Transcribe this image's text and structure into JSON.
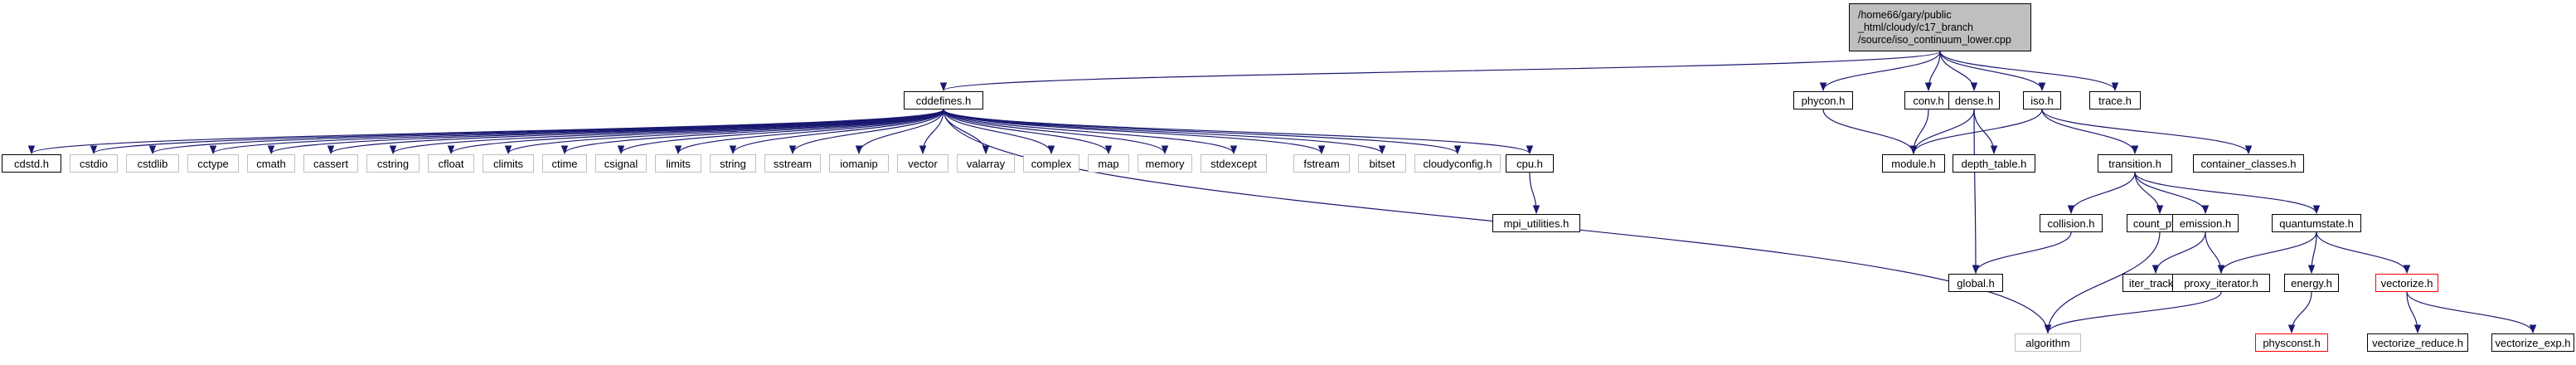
{
  "title": "/home66/gary/public_html/cloudy/c17_branch/source/iso_continuum_lower.cpp",
  "colors": {
    "edge": "#191970",
    "root_fill": "#bfbfbf",
    "node_border": "#000000",
    "external_border": "#bfbfbf",
    "incomplete_border": "#ff0000"
  },
  "nodes": [
    {
      "id": "root",
      "label": "/home66/gary/public\n_html/cloudy/c17_branch\n/source/iso_continuum_lower.cpp",
      "kind": "root"
    },
    {
      "id": "cddefines",
      "label": "cddefines.h",
      "kind": "normal"
    },
    {
      "id": "phycon",
      "label": "phycon.h",
      "kind": "normal"
    },
    {
      "id": "conv",
      "label": "conv.h",
      "kind": "normal"
    },
    {
      "id": "dense",
      "label": "dense.h",
      "kind": "normal"
    },
    {
      "id": "iso",
      "label": "iso.h",
      "kind": "normal"
    },
    {
      "id": "trace",
      "label": "trace.h",
      "kind": "normal"
    },
    {
      "id": "cdstd",
      "label": "cdstd.h",
      "kind": "normal"
    },
    {
      "id": "cstdio",
      "label": "cstdio",
      "kind": "external"
    },
    {
      "id": "cstdlib",
      "label": "cstdlib",
      "kind": "external"
    },
    {
      "id": "cctype",
      "label": "cctype",
      "kind": "external"
    },
    {
      "id": "cmath",
      "label": "cmath",
      "kind": "external"
    },
    {
      "id": "cassert",
      "label": "cassert",
      "kind": "external"
    },
    {
      "id": "cstring",
      "label": "cstring",
      "kind": "external"
    },
    {
      "id": "cfloat",
      "label": "cfloat",
      "kind": "external"
    },
    {
      "id": "climits",
      "label": "climits",
      "kind": "external"
    },
    {
      "id": "ctime",
      "label": "ctime",
      "kind": "external"
    },
    {
      "id": "csignal",
      "label": "csignal",
      "kind": "external"
    },
    {
      "id": "limits",
      "label": "limits",
      "kind": "external"
    },
    {
      "id": "string",
      "label": "string",
      "kind": "external"
    },
    {
      "id": "sstream",
      "label": "sstream",
      "kind": "external"
    },
    {
      "id": "iomanip",
      "label": "iomanip",
      "kind": "external"
    },
    {
      "id": "vector",
      "label": "vector",
      "kind": "external"
    },
    {
      "id": "valarray",
      "label": "valarray",
      "kind": "external"
    },
    {
      "id": "complex",
      "label": "complex",
      "kind": "external"
    },
    {
      "id": "map",
      "label": "map",
      "kind": "external"
    },
    {
      "id": "memory",
      "label": "memory",
      "kind": "external"
    },
    {
      "id": "stdexcept",
      "label": "stdexcept",
      "kind": "external"
    },
    {
      "id": "fstream",
      "label": "fstream",
      "kind": "external"
    },
    {
      "id": "bitset",
      "label": "bitset",
      "kind": "external"
    },
    {
      "id": "cloudyconfig",
      "label": "cloudyconfig.h",
      "kind": "external"
    },
    {
      "id": "cpu",
      "label": "cpu.h",
      "kind": "normal"
    },
    {
      "id": "mpi_utilities",
      "label": "mpi_utilities.h",
      "kind": "normal"
    },
    {
      "id": "module",
      "label": "module.h",
      "kind": "normal"
    },
    {
      "id": "depth_table",
      "label": "depth_table.h",
      "kind": "normal"
    },
    {
      "id": "container_classes",
      "label": "container_classes.h",
      "kind": "normal"
    },
    {
      "id": "transition",
      "label": "transition.h",
      "kind": "normal"
    },
    {
      "id": "collision",
      "label": "collision.h",
      "kind": "normal"
    },
    {
      "id": "count_ptr",
      "label": "count_ptr.h",
      "kind": "normal"
    },
    {
      "id": "emission",
      "label": "emission.h",
      "kind": "normal"
    },
    {
      "id": "quantumstate",
      "label": "quantumstate.h",
      "kind": "normal"
    },
    {
      "id": "global",
      "label": "global.h",
      "kind": "normal"
    },
    {
      "id": "iter_track",
      "label": "iter_track.h",
      "kind": "normal"
    },
    {
      "id": "proxy_iterator",
      "label": "proxy_iterator.h",
      "kind": "normal"
    },
    {
      "id": "energy",
      "label": "energy.h",
      "kind": "normal"
    },
    {
      "id": "vectorize",
      "label": "vectorize.h",
      "kind": "incomplete"
    },
    {
      "id": "algorithm",
      "label": "algorithm",
      "kind": "external"
    },
    {
      "id": "physconst",
      "label": "physconst.h",
      "kind": "incomplete"
    },
    {
      "id": "vectorize_reduce",
      "label": "vectorize_reduce.h",
      "kind": "normal"
    },
    {
      "id": "vectorize_exp",
      "label": "vectorize_exp.h",
      "kind": "normal"
    }
  ],
  "edges": [
    [
      "root",
      "cddefines"
    ],
    [
      "root",
      "phycon"
    ],
    [
      "root",
      "conv"
    ],
    [
      "root",
      "dense"
    ],
    [
      "root",
      "iso"
    ],
    [
      "root",
      "trace"
    ],
    [
      "cddefines",
      "cdstd"
    ],
    [
      "cddefines",
      "cstdio"
    ],
    [
      "cddefines",
      "cstdlib"
    ],
    [
      "cddefines",
      "cctype"
    ],
    [
      "cddefines",
      "cmath"
    ],
    [
      "cddefines",
      "cassert"
    ],
    [
      "cddefines",
      "cstring"
    ],
    [
      "cddefines",
      "cfloat"
    ],
    [
      "cddefines",
      "climits"
    ],
    [
      "cddefines",
      "ctime"
    ],
    [
      "cddefines",
      "csignal"
    ],
    [
      "cddefines",
      "limits"
    ],
    [
      "cddefines",
      "string"
    ],
    [
      "cddefines",
      "sstream"
    ],
    [
      "cddefines",
      "iomanip"
    ],
    [
      "cddefines",
      "vector"
    ],
    [
      "cddefines",
      "valarray"
    ],
    [
      "cddefines",
      "complex"
    ],
    [
      "cddefines",
      "map"
    ],
    [
      "cddefines",
      "memory"
    ],
    [
      "cddefines",
      "stdexcept"
    ],
    [
      "cddefines",
      "fstream"
    ],
    [
      "cddefines",
      "bitset"
    ],
    [
      "cddefines",
      "cloudyconfig"
    ],
    [
      "cddefines",
      "cpu"
    ],
    [
      "cddefines",
      "algorithm"
    ],
    [
      "cpu",
      "mpi_utilities"
    ],
    [
      "phycon",
      "module"
    ],
    [
      "conv",
      "module"
    ],
    [
      "dense",
      "module"
    ],
    [
      "dense",
      "depth_table"
    ],
    [
      "dense",
      "global"
    ],
    [
      "iso",
      "module"
    ],
    [
      "iso",
      "container_classes"
    ],
    [
      "iso",
      "transition"
    ],
    [
      "transition",
      "collision"
    ],
    [
      "transition",
      "count_ptr"
    ],
    [
      "transition",
      "emission"
    ],
    [
      "transition",
      "quantumstate"
    ],
    [
      "collision",
      "global"
    ],
    [
      "count_ptr",
      "algorithm"
    ],
    [
      "emission",
      "iter_track"
    ],
    [
      "emission",
      "proxy_iterator"
    ],
    [
      "quantumstate",
      "proxy_iterator"
    ],
    [
      "quantumstate",
      "energy"
    ],
    [
      "quantumstate",
      "vectorize"
    ],
    [
      "proxy_iterator",
      "algorithm"
    ],
    [
      "energy",
      "physconst"
    ],
    [
      "vectorize",
      "vectorize_reduce"
    ],
    [
      "vectorize",
      "vectorize_exp"
    ]
  ]
}
